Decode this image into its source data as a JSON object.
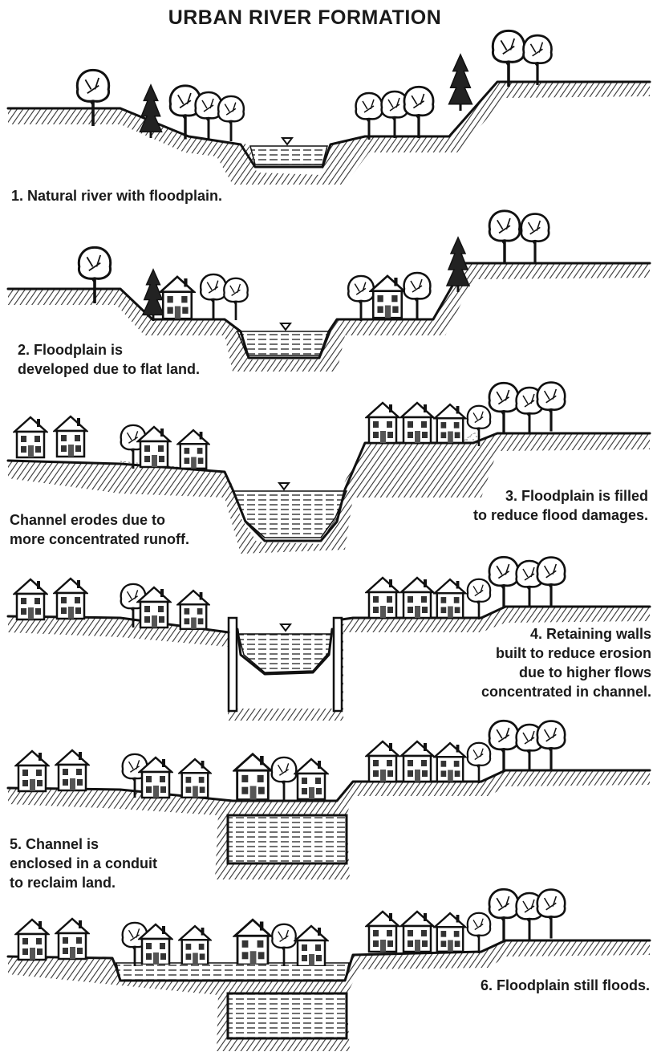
{
  "title": "URBAN RIVER FORMATION",
  "captions": {
    "s1": "1. Natural river with floodplain.",
    "s2_l1": "2. Floodplain is",
    "s2_l2": "developed due to flat land.",
    "s3_r1": "3. Floodplain is filled",
    "s3_r2": "to reduce flood damages.",
    "s3_l1": "Channel erodes due to",
    "s3_l2": "more concentrated runoff.",
    "s4_l1": "4. Retaining walls",
    "s4_l2": "built to reduce erosion",
    "s4_l3": "due to higher flows",
    "s4_l4": "concentrated in channel.",
    "s5_l1": "5. Channel is",
    "s5_l2": "enclosed in a conduit",
    "s5_l3": "to reclaim land.",
    "s6": "6. Floodplain still floods."
  },
  "colors": {
    "ink": "#111111",
    "paper": "#ffffff"
  }
}
